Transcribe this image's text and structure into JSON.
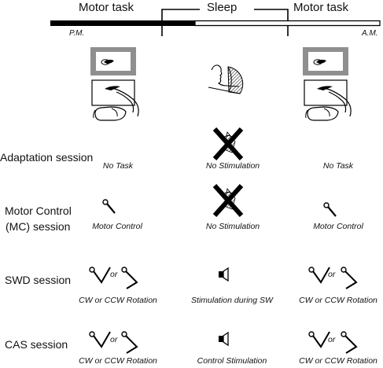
{
  "header": {
    "phase_left": "Motor task",
    "phase_middle": "Sleep",
    "phase_right": "Motor task",
    "time_start": "P.M.",
    "time_end": "A.M."
  },
  "rows": [
    {
      "label": "Adaptation session",
      "pre_sleep": "No Task",
      "sleep": "No Stimulation",
      "post_sleep": "No Task"
    },
    {
      "label_line1": "Motor Control",
      "label_line2": "(MC) session",
      "pre_sleep": "Motor Control",
      "sleep": "No Stimulation",
      "post_sleep": "Motor Control"
    },
    {
      "label": "SWD session",
      "pre_sleep": "CW or CCW Rotation",
      "sleep": "Stimulation during SW",
      "post_sleep": "CW or CCW Rotation",
      "or_pre": "or",
      "or_post": "or"
    },
    {
      "label": "CAS session",
      "pre_sleep": "CW or CCW Rotation",
      "sleep": "Control Stimulation",
      "post_sleep": "CW or CCW Rotation",
      "or_pre": "or",
      "or_post": "or"
    }
  ],
  "icons": [
    "subject-at-screen-icon",
    "sleeping-head-eeg-icon",
    "cross-mark-icon",
    "joystick-icon",
    "rotation-joystick-icon",
    "speaker-icon"
  ]
}
